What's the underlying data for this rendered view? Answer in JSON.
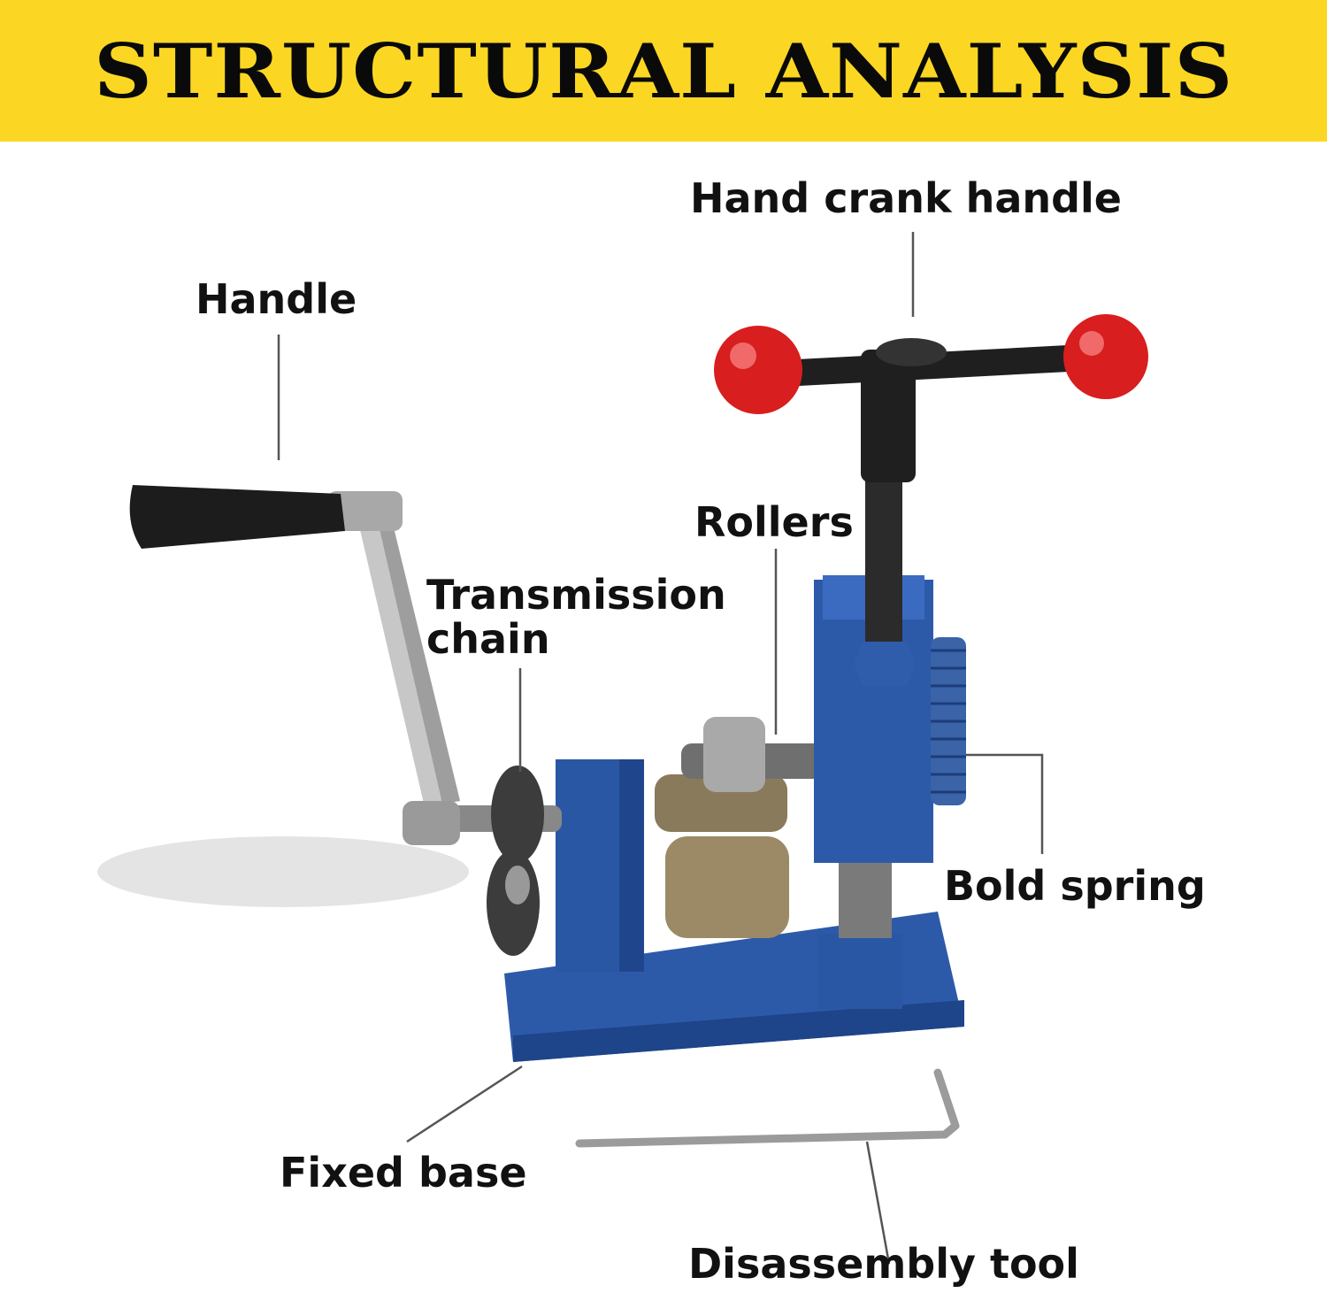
{
  "title": "STRUCTURAL ANALYSIS",
  "labels": {
    "hand_crank_handle": "Hand crank handle",
    "handle": "Handle",
    "rollers": "Rollers",
    "transmission_chain_line1": "Transmission",
    "transmission_chain_line2": "chain",
    "bold_spring": "Bold spring",
    "fixed_base": "Fixed base",
    "disassembly_tool": "Disassembly tool"
  },
  "colors": {
    "banner": "#fbd723",
    "machine_blue": "#2d5aa8",
    "knob_red": "#d81e1e",
    "steel": "#b9b9b9"
  }
}
